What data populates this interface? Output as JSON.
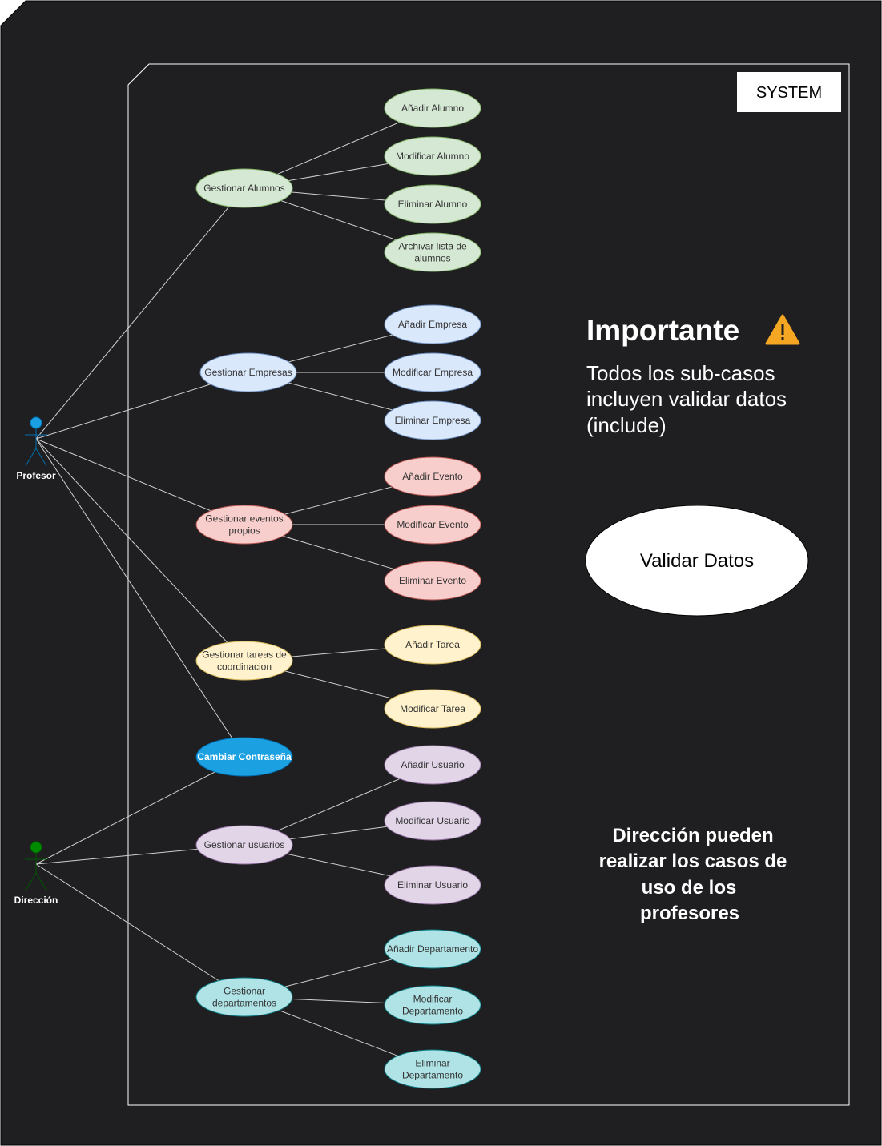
{
  "system": {
    "label": "SYSTEM"
  },
  "actors": {
    "profesor": {
      "label": "Profesor",
      "color": "#1ba1e2"
    },
    "direccion": {
      "label": "Dirección",
      "color": "#008a00"
    }
  },
  "use_cases": {
    "gestionar_alumnos": {
      "lines": [
        "Gestionar Alumnos"
      ],
      "fill": "#d5e8d4",
      "stroke": "#82b366"
    },
    "anadir_alumno": {
      "lines": [
        "Añadir Alumno"
      ],
      "fill": "#d5e8d4",
      "stroke": "#82b366"
    },
    "modificar_alumno": {
      "lines": [
        "Modificar Alumno"
      ],
      "fill": "#d5e8d4",
      "stroke": "#82b366"
    },
    "eliminar_alumno": {
      "lines": [
        "Eliminar Alumno"
      ],
      "fill": "#d5e8d4",
      "stroke": "#82b366"
    },
    "archivar_alumnos": {
      "lines": [
        "Archivar lista de",
        "alumnos"
      ],
      "fill": "#d5e8d4",
      "stroke": "#82b366"
    },
    "gestionar_empresas": {
      "lines": [
        "Gestionar Empresas"
      ],
      "fill": "#dae8fc",
      "stroke": "#6c8ebf"
    },
    "anadir_empresa": {
      "lines": [
        "Añadir Empresa"
      ],
      "fill": "#dae8fc",
      "stroke": "#6c8ebf"
    },
    "modificar_empresa": {
      "lines": [
        "Modificar Empresa"
      ],
      "fill": "#dae8fc",
      "stroke": "#6c8ebf"
    },
    "eliminar_empresa": {
      "lines": [
        "Eliminar Empresa"
      ],
      "fill": "#dae8fc",
      "stroke": "#6c8ebf"
    },
    "gestionar_eventos": {
      "lines": [
        "Gestionar eventos",
        "propios"
      ],
      "fill": "#f8cecc",
      "stroke": "#b85450"
    },
    "anadir_evento": {
      "lines": [
        "Añadir Evento"
      ],
      "fill": "#f8cecc",
      "stroke": "#b85450"
    },
    "modificar_evento": {
      "lines": [
        "Modificar Evento"
      ],
      "fill": "#f8cecc",
      "stroke": "#b85450"
    },
    "eliminar_evento": {
      "lines": [
        "Eliminar Evento"
      ],
      "fill": "#f8cecc",
      "stroke": "#b85450"
    },
    "gestionar_tareas": {
      "lines": [
        "Gestionar tareas de",
        "coordinacion"
      ],
      "fill": "#fff2cc",
      "stroke": "#d6b656"
    },
    "anadir_tarea": {
      "lines": [
        "Añadir Tarea"
      ],
      "fill": "#fff2cc",
      "stroke": "#d6b656"
    },
    "modificar_tarea": {
      "lines": [
        "Modificar Tarea"
      ],
      "fill": "#fff2cc",
      "stroke": "#d6b656"
    },
    "cambiar_contrasena": {
      "lines": [
        "Cambiar Contraseña"
      ],
      "fill": "#1ba1e2",
      "stroke": "#006eaf"
    },
    "gestionar_usuarios": {
      "lines": [
        "Gestionar usuarios"
      ],
      "fill": "#e1d5e7",
      "stroke": "#9673a6"
    },
    "anadir_usuario": {
      "lines": [
        "Añadir Usuario"
      ],
      "fill": "#e1d5e7",
      "stroke": "#9673a6"
    },
    "modificar_usuario": {
      "lines": [
        "Modificar Usuario"
      ],
      "fill": "#e1d5e7",
      "stroke": "#9673a6"
    },
    "eliminar_usuario": {
      "lines": [
        "Eliminar Usuario"
      ],
      "fill": "#e1d5e7",
      "stroke": "#9673a6"
    },
    "gestionar_departamentos": {
      "lines": [
        "Gestionar",
        "departamentos"
      ],
      "fill": "#b0e3e6",
      "stroke": "#0e8088"
    },
    "anadir_departamento": {
      "lines": [
        "Añadir Departamento"
      ],
      "fill": "#b0e3e6",
      "stroke": "#0e8088"
    },
    "modificar_departamento": {
      "lines": [
        "Modificar",
        "Departamento"
      ],
      "fill": "#b0e3e6",
      "stroke": "#0e8088"
    },
    "eliminar_departamento": {
      "lines": [
        "Eliminar",
        "Departamento"
      ],
      "fill": "#b0e3e6",
      "stroke": "#0e8088"
    }
  },
  "associations": [
    [
      "profesor",
      "gestionar_alumnos"
    ],
    [
      "profesor",
      "gestionar_empresas"
    ],
    [
      "profesor",
      "gestionar_eventos"
    ],
    [
      "profesor",
      "gestionar_tareas"
    ],
    [
      "profesor",
      "cambiar_contrasena"
    ],
    [
      "direccion",
      "cambiar_contrasena"
    ],
    [
      "direccion",
      "gestionar_usuarios"
    ],
    [
      "direccion",
      "gestionar_departamentos"
    ],
    [
      "gestionar_alumnos",
      "anadir_alumno"
    ],
    [
      "gestionar_alumnos",
      "modificar_alumno"
    ],
    [
      "gestionar_alumnos",
      "eliminar_alumno"
    ],
    [
      "gestionar_alumnos",
      "archivar_alumnos"
    ],
    [
      "gestionar_empresas",
      "anadir_empresa"
    ],
    [
      "gestionar_empresas",
      "modificar_empresa"
    ],
    [
      "gestionar_empresas",
      "eliminar_empresa"
    ],
    [
      "gestionar_eventos",
      "anadir_evento"
    ],
    [
      "gestionar_eventos",
      "modificar_evento"
    ],
    [
      "gestionar_eventos",
      "eliminar_evento"
    ],
    [
      "gestionar_tareas",
      "anadir_tarea"
    ],
    [
      "gestionar_tareas",
      "modificar_tarea"
    ],
    [
      "gestionar_usuarios",
      "anadir_usuario"
    ],
    [
      "gestionar_usuarios",
      "modificar_usuario"
    ],
    [
      "gestionar_usuarios",
      "eliminar_usuario"
    ],
    [
      "gestionar_departamentos",
      "anadir_departamento"
    ],
    [
      "gestionar_departamentos",
      "modificar_departamento"
    ],
    [
      "gestionar_departamentos",
      "eliminar_departamento"
    ]
  ],
  "notes": {
    "importante_title": "Importante",
    "importante_icon": "warning-icon",
    "importante_lines": [
      "Todos los sub-casos",
      "incluyen validar datos",
      "(include)"
    ],
    "validar_datos": "Validar Datos",
    "direccion_lines": [
      "Dirección pueden",
      "realizar los casos de",
      "uso de los",
      "profesores"
    ]
  },
  "colors": {
    "background": "#1f1f21",
    "frame_stroke": "#ffffff",
    "line": "#d0d0d0",
    "text_light": "#ffffff",
    "warning": "#f5a623"
  }
}
